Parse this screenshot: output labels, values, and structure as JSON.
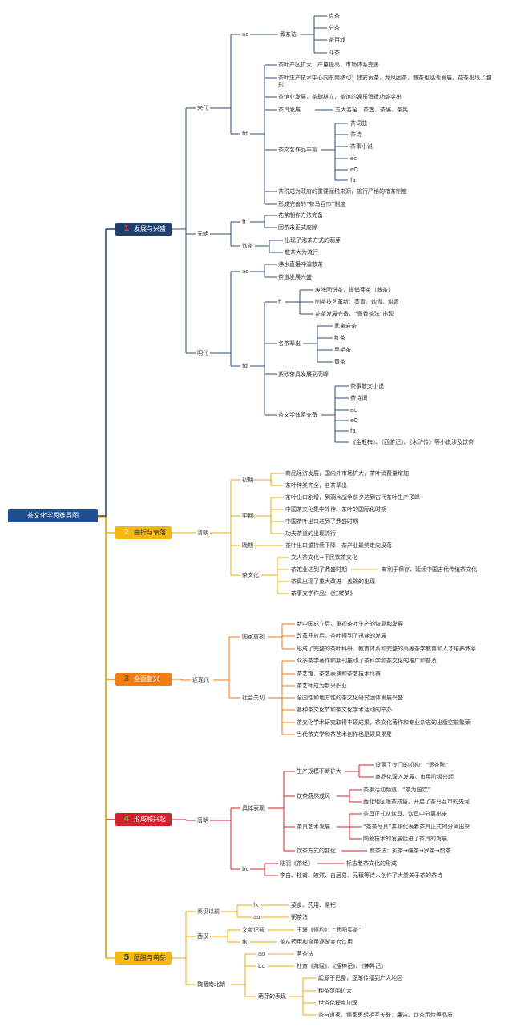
{
  "root": "茶文化学思维导图",
  "colors": {
    "b1": "#1e3e6e",
    "b2": "#f5b80f",
    "b3": "#f07c12",
    "b4": "#d4202a",
    "b5": "#f5b80f",
    "num1": "#e8423c",
    "num2": "#fbd66a",
    "num3": "#7a5a25",
    "num4": "#6ab04c",
    "num5": "#1e3e6e"
  },
  "branches": [
    {
      "num": "1",
      "label": "发展与兴盛"
    },
    {
      "num": "2",
      "label": "曲折与衰落"
    },
    {
      "num": "3",
      "label": "全面复兴"
    },
    {
      "num": "4",
      "label": "形成和兴起"
    },
    {
      "num": "5",
      "label": "酝酿与萌芽"
    }
  ],
  "b1": {
    "song": "宋代",
    "song_ao": "ao",
    "diancha": "煮茶法",
    "dian_items": [
      "点茶",
      "分茶",
      "茶百戏",
      "斗茶"
    ],
    "song_fd": "fd",
    "fd_items": [
      "茶叶产区扩大，产量提高，市场体系完善",
      "茶叶生产技术中心向东南移动；建安贡茶，龙凤团茶，散茶也逐渐发展，花茶出现了雏形",
      "茶馆业发展，茶肆林立，茶馆的娱乐消遣功能突出",
      "茶具发展",
      "茶文艺作品丰富",
      "茶税成为政府的重要赋税来源，施行严格的榷茶制度",
      "形成完善的“茶马互市”制度"
    ],
    "chaju_note": "五大名窑、茶盏、茶碾、茶筅",
    "wenyi_items": [
      "茶词曲",
      "茶诗",
      "茶事小说",
      "ec",
      "eQ",
      "fa"
    ],
    "yuan": "元朝",
    "yuan_fi": "fi",
    "yuan_fi_items": [
      "花茶制作方法完备",
      "团茶未正式废除"
    ],
    "yincha": "饮茶",
    "yincha_items": [
      "出现了泡茶方式的萌芽",
      "散茶大为流行"
    ],
    "ming": "明代",
    "ming_ao": "ao",
    "ming_ao_items": [
      "沸水直接冲瀹散茶",
      "茶道发展兴盛"
    ],
    "ming_fd": "fd",
    "ming_fi": "fi",
    "ming_fi_items": [
      "废除团饼茶，提倡芽茶（散茶）",
      "制茶技艺革新：蒸青、炒青、烘青",
      "花茶发展完备，“窨香茶法”出现"
    ],
    "mingcha": "名茶辈出",
    "mingcha_items": [
      "武夷岩茶",
      "红茶",
      "黑毛茶",
      "黄茶"
    ],
    "zisha": "紫砂茶具发展到高峰",
    "xueti": "茶文学体系完备",
    "xueti_items": [
      "茶事散文小说",
      "茶诗词",
      "ec",
      "eQ",
      "fa",
      "《金瓶梅》、《西游记》、《水浒传》等小说涉及饮茶"
    ]
  },
  "b2": {
    "qing": "清朝",
    "chuqi": "初期",
    "chuqi_items": [
      "商品经济发展，国内外市场扩大，茶叶消费量增加",
      "茶叶种类齐全，名茶辈出"
    ],
    "zhongqi": "中期",
    "zhongqi_items": [
      "茶叶出口剧增，到鸦片战争前夕达到古代茶叶生产顶峰",
      "中国茶文化集中外传、茶叶的国际化时期",
      "中国茶叶出口达到了鼎盛时期",
      "功夫茶道的出现流行"
    ],
    "wanqi": "晚期",
    "wanqi_item": "茶叶出口量持续下降，茶产业最终走向没落",
    "chawenhua": "茶文化",
    "cwh_items": [
      "文人茶文化→平民饮茶文化",
      "茶馆业达到了鼎盛时期",
      "茶具出现了重大改进—盖碗的出现",
      "茶事文学作品：《红楼梦》"
    ],
    "chaguan_note": "有利于保存、延续中国古代传统茶文化"
  },
  "b3": {
    "jinxiandai": "近现代",
    "guojia": "国家重视",
    "guojia_items": [
      "新中国成立后，重视茶叶生产的恢复和发展",
      "改革开放后，茶叶得到了迅速的发展",
      "形成了完整的茶叶科研、教育体系和完整的高等茶学教育和人才培养体系"
    ],
    "shehui": "社会关切",
    "shehui_items": [
      "众多茶学著作和期刊推动了茶科学和茶文化的推广和普及",
      "茶艺馆、茶艺表演和茶艺技术比赛",
      "茶艺师成为新兴职业",
      "全国性和地方性的茶文化研究团体发展兴盛",
      "各种茶文化节和茶文化学术活动的举办",
      "茶文化学术研究取得丰硕成果，茶文化著作和专业杂志的出版空前繁荣",
      "当代茶文学和茶艺术创作也是硕果累累"
    ]
  },
  "b4": {
    "tang": "唐朝",
    "juti": "具体表现",
    "shengchan": "生产规模不断扩大",
    "shengchan_items": [
      "设置了专门的机构：“贡茶院”",
      "商品化深入发展，市民阶级兴起"
    ],
    "yincha": "饮茶蔚然成风",
    "yincha_items": [
      "茶事活动频道，“茶为国饮”",
      "西北地区嗜茶成俗，开启了茶马互市的先河"
    ],
    "chaju": "茶具艺术发展",
    "chaju_items": [
      "茶具正式从炊具、饮具中分离出来",
      "“茶茶尽具”并非代表着茶具正式的分离出来",
      "陶瓷技术的发展促进了茶具的发展"
    ],
    "biangai": "饮茶方式的变化",
    "biangai_note": "煎茶法：炙茶→碾茶→罗茶→煎茶",
    "bc": "bc",
    "luyu": "陆羽《茶经》",
    "luyu_note": "标志着茶文化的形成",
    "shiren": "李白、杜甫、皎然、白居易、元稹等诗人创作了大量关于茶的茶诗"
  },
  "b5": {
    "qinhan": "秦汉以前",
    "qh_fk": "fk",
    "qh_fk_item": "菜食、药用、祭祀",
    "qh_ao": "ao",
    "qh_ao_item": "粥茶法",
    "xihan": "西汉",
    "wenxian": "文献记载",
    "wenxian_item": "王褒《僮约》：“武阳买茶”",
    "xh_fk": "fk",
    "xh_fk_item": "茶从药用和食用逐渐变为饮用",
    "weijin": "魏晋南北朝",
    "wj_ao": "ao",
    "wj_ao_item": "茗茶法",
    "wj_bc": "bc",
    "wj_bc_item": "杜育《荈赋》、《搜神记》、《神异记》",
    "mengya": "萌芽的表现",
    "mengya_items": [
      "起源于巴蜀，逐渐传播到广大地区",
      "种茶范围扩大",
      "世俗化程度加深",
      "茶与道家、儒家思想相互关联：廉洁、饮茶示俭等品质"
    ]
  }
}
